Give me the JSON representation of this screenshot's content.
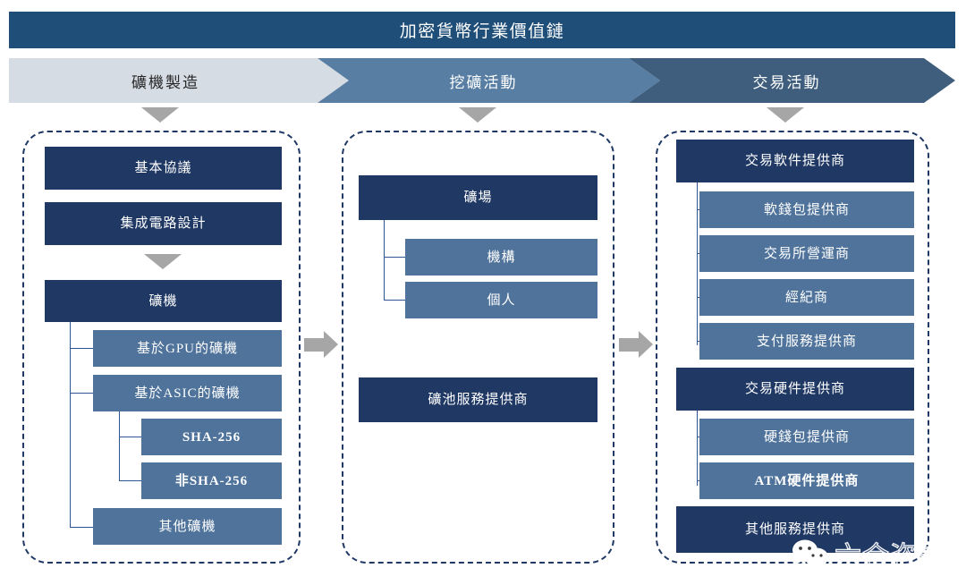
{
  "header": {
    "title": "加密貨幣行業價值鏈"
  },
  "stages": [
    {
      "label": "礦機製造",
      "color": "#d6dce4",
      "text_color": "#262626"
    },
    {
      "label": "挖礦活動",
      "color": "#587ea3",
      "text_color": "#ffffff"
    },
    {
      "label": "交易活動",
      "color": "#3f5e7d",
      "text_color": "#ffffff"
    }
  ],
  "columns": [
    {
      "name": "mining-machine-manufacturing",
      "nodes": [
        {
          "label": "基本協議",
          "level": "dark"
        },
        {
          "label": "集成電路設計",
          "level": "dark"
        },
        {
          "label": "礦機",
          "level": "dark"
        },
        {
          "label": "基於GPU的礦機",
          "level": "mid"
        },
        {
          "label": "基於ASIC的礦機",
          "level": "mid"
        },
        {
          "label": "SHA-256",
          "level": "mid"
        },
        {
          "label": "非SHA-256",
          "level": "mid"
        },
        {
          "label": "其他礦機",
          "level": "mid"
        }
      ]
    },
    {
      "name": "mining-activity",
      "nodes": [
        {
          "label": "礦場",
          "level": "dark"
        },
        {
          "label": "機構",
          "level": "mid"
        },
        {
          "label": "個人",
          "level": "mid"
        },
        {
          "label": "礦池服務提供商",
          "level": "dark"
        }
      ]
    },
    {
      "name": "trading-activity",
      "nodes": [
        {
          "label": "交易軟件提供商",
          "level": "dark"
        },
        {
          "label": "軟錢包提供商",
          "level": "mid"
        },
        {
          "label": "交易所營運商",
          "level": "mid"
        },
        {
          "label": "經紀商",
          "level": "mid"
        },
        {
          "label": "支付服務提供商",
          "level": "mid"
        },
        {
          "label": "交易硬件提供商",
          "level": "dark"
        },
        {
          "label": "硬錢包提供商",
          "level": "mid"
        },
        {
          "label": "ATM硬件提供商",
          "level": "mid"
        },
        {
          "label": "其他服務提供商",
          "level": "dark"
        }
      ]
    }
  ],
  "watermark": {
    "text": "六合咨詢",
    "icon": "wechat-icon"
  },
  "palette": {
    "title_bar": "#1f4e79",
    "node_dark": "#1f3864",
    "node_mid": "#4f739b",
    "arrow_gray": "#a6a6a6",
    "dashed_border": "#1f3864",
    "connector": "#2f5597"
  }
}
